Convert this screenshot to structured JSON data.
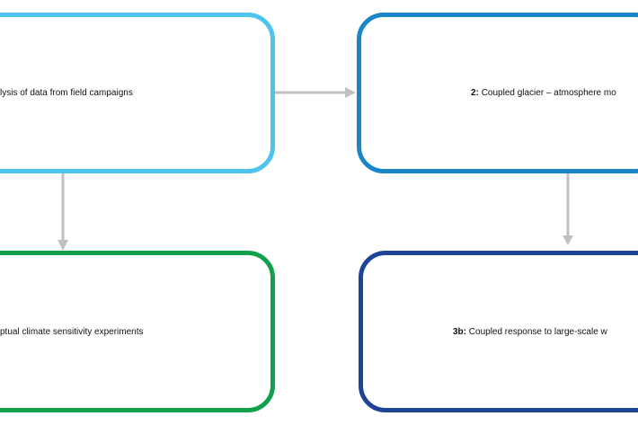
{
  "boxes": {
    "box1": {
      "text": "lysis of data from field campaigns",
      "color": "#4dc3ee"
    },
    "box2": {
      "prefix": "2:",
      "text": "Coupled glacier – atmosphere mo",
      "color": "#1a86c7"
    },
    "box3a": {
      "text": "ptual climate sensitivity experiments",
      "color": "#12a04b"
    },
    "box3b": {
      "prefix": "3b:",
      "text": "Coupled response to large-scale w",
      "color": "#1d4496"
    }
  },
  "arrow_color": "#c0c0c0"
}
